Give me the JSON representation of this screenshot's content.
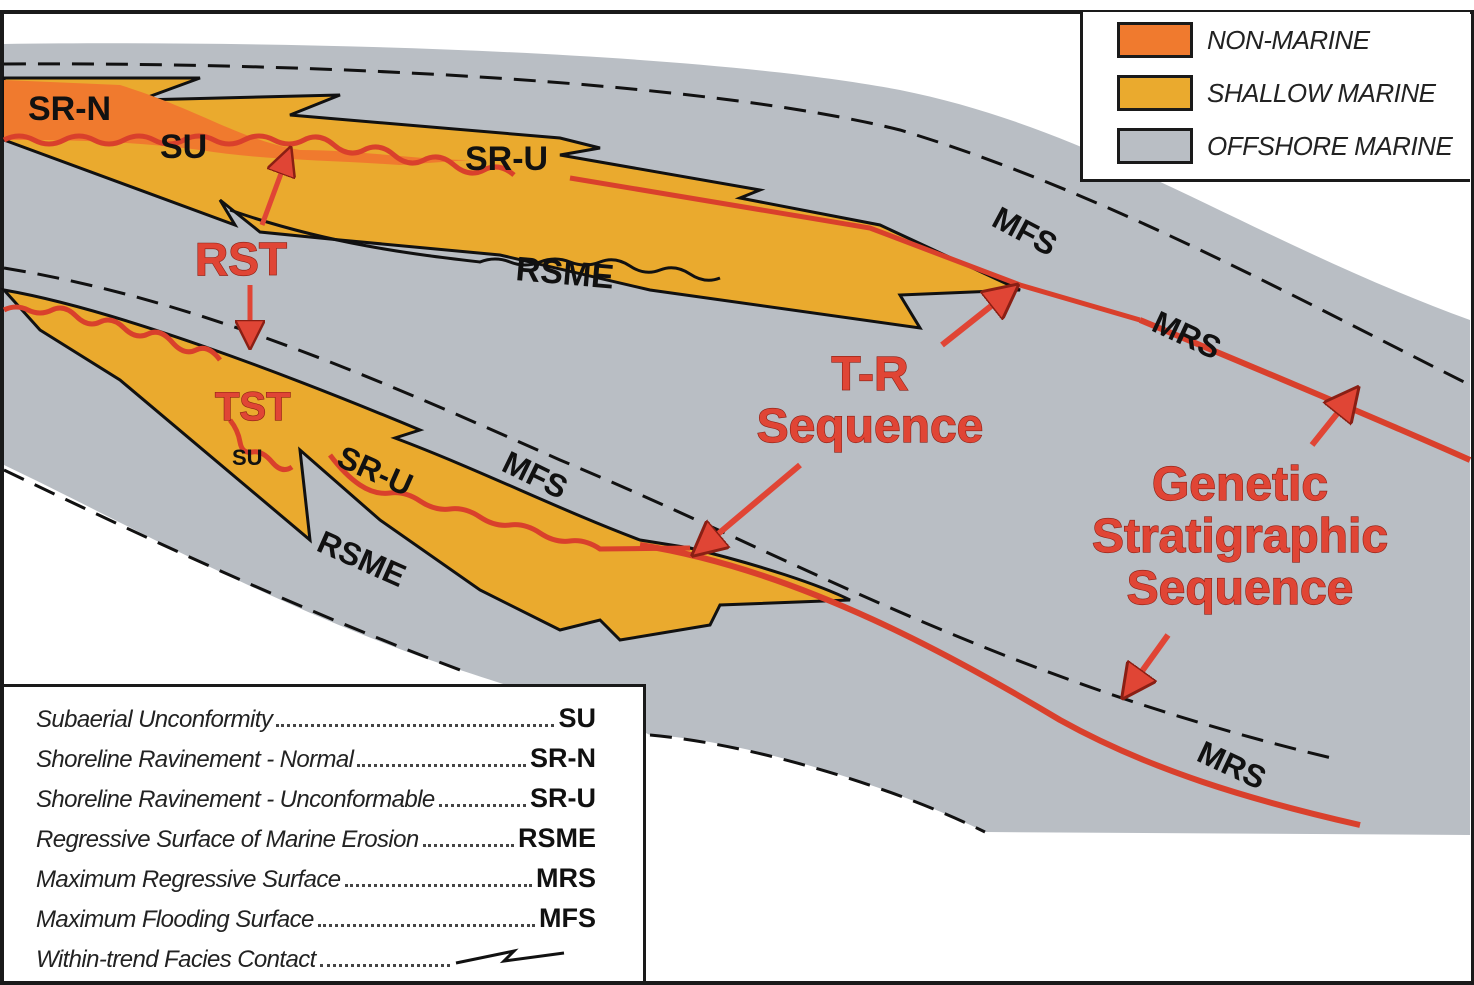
{
  "facies_legend": {
    "items": [
      {
        "label": "NON-MARINE",
        "color": "#f07a2e"
      },
      {
        "label": "SHALLOW MARINE",
        "color": "#eaaa2e"
      },
      {
        "label": "OFFSHORE MARINE",
        "color": "#b9bec4"
      }
    ]
  },
  "surface_legend": {
    "items": [
      {
        "name": "Subaerial Unconformity",
        "abbr": "SU"
      },
      {
        "name": "Shoreline Ravinement - Normal",
        "abbr": "SR-N"
      },
      {
        "name": "Shoreline Ravinement - Unconformable",
        "abbr": "SR-U"
      },
      {
        "name": "Regressive Surface of Marine Erosion",
        "abbr": "RSME"
      },
      {
        "name": "Maximum Regressive Surface",
        "abbr": "MRS"
      },
      {
        "name": "Maximum Flooding Surface",
        "abbr": "MFS"
      },
      {
        "name": "Within-trend Facies Contact",
        "abbr": "",
        "symbol": "zigzag-line"
      }
    ]
  },
  "diagram_labels": {
    "sr_n": "SR-N",
    "su_upper": "SU",
    "sr_u_upper": "SR-U",
    "rsme_upper": "RSME",
    "mfs_upper": "MFS",
    "mrs_upper": "MRS",
    "rst": "RST",
    "tst": "TST",
    "su_lower": "SU",
    "sr_u_lower": "SR-U",
    "mfs_lower": "MFS",
    "rsme_lower": "RSME",
    "mrs_lower": "MRS",
    "tr_line1": "T-R",
    "tr_line2": "Sequence",
    "gss_line1": "Genetic",
    "gss_line2": "Stratigraphic",
    "gss_line3": "Sequence"
  },
  "colors": {
    "non_marine": "#f07a2e",
    "shallow_marine": "#eaaa2e",
    "offshore_marine": "#b9bec4",
    "surface_red": "#d9402c",
    "annotation_red": "#e04535"
  }
}
